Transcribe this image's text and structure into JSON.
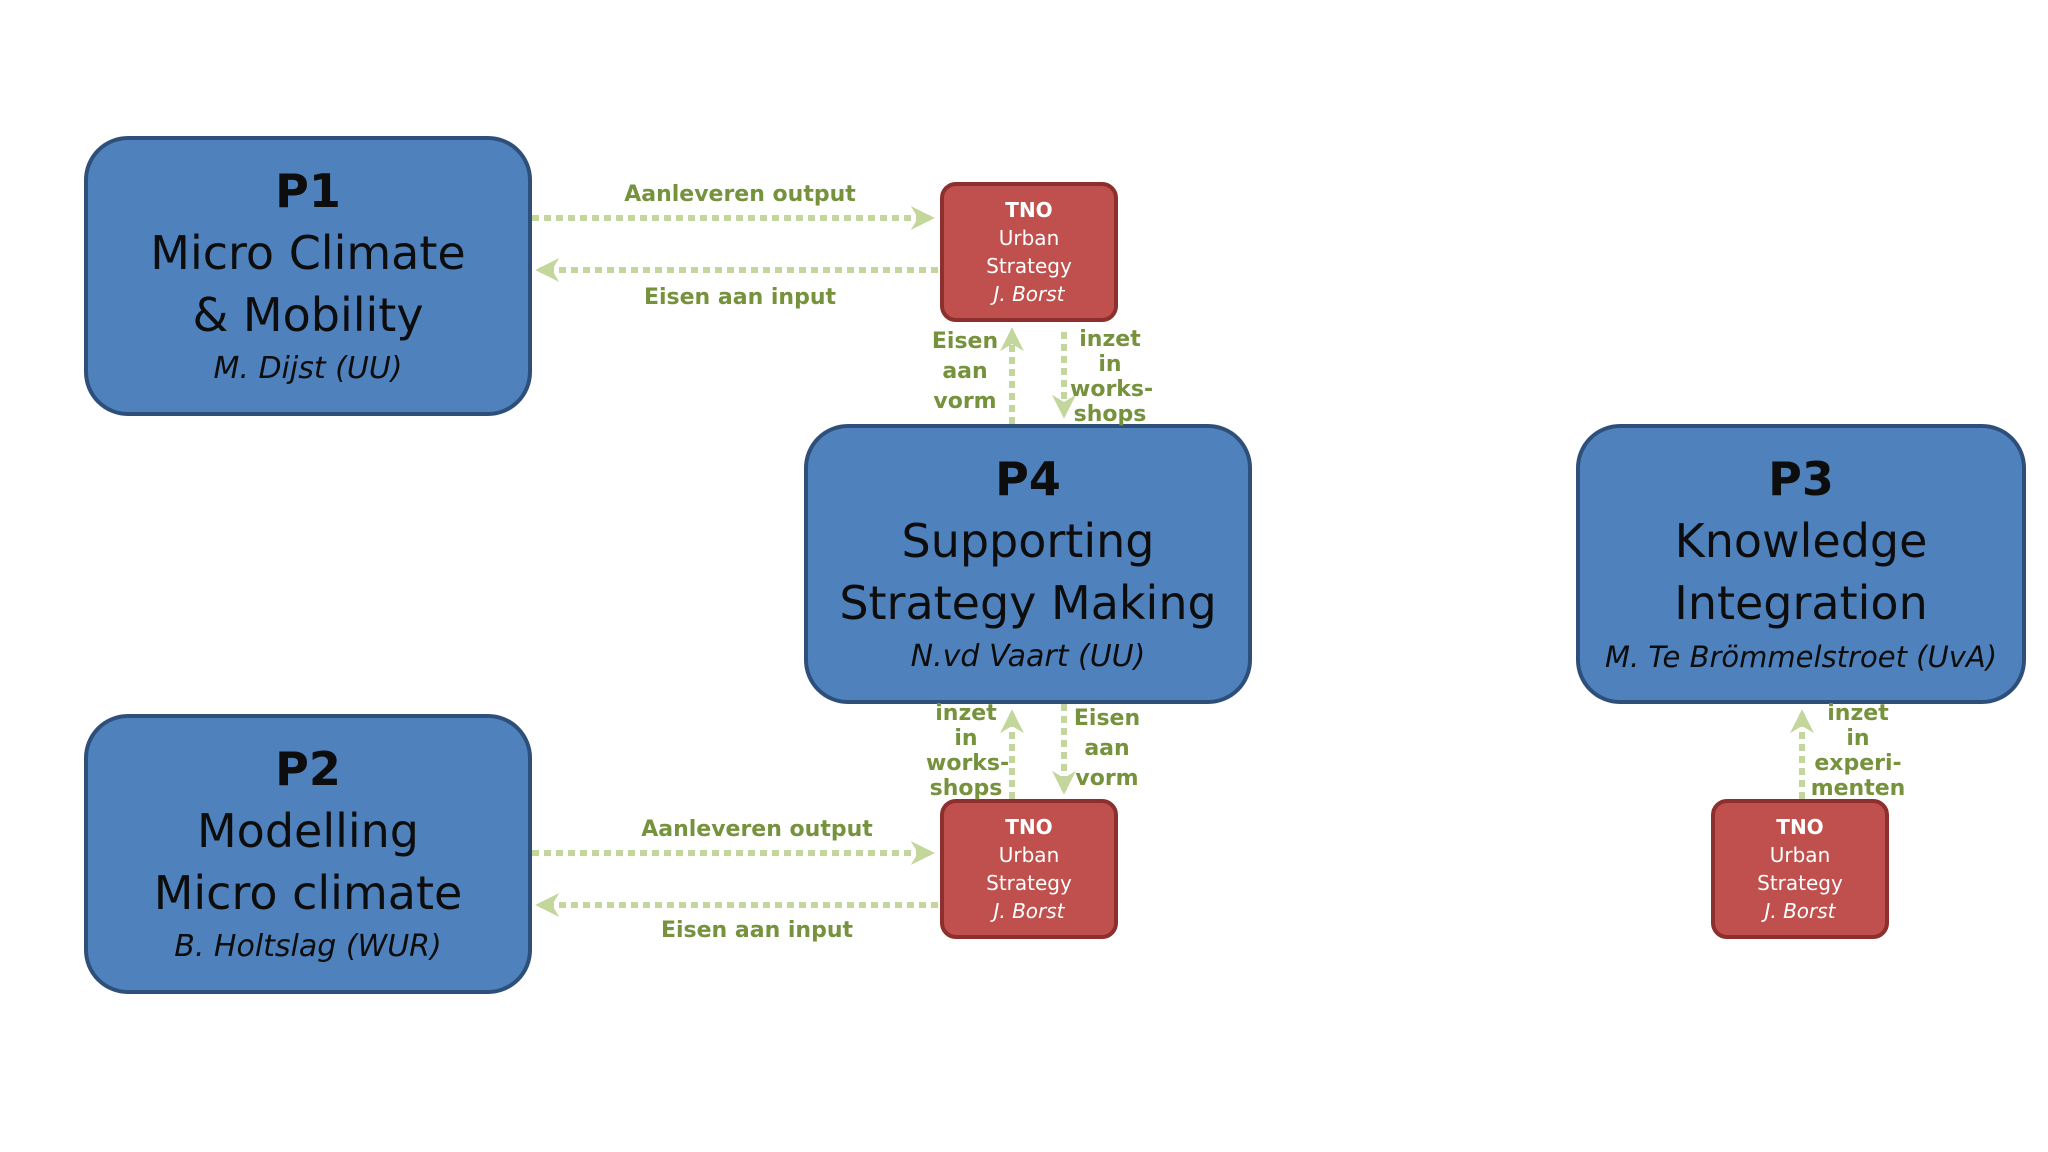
{
  "boxes": {
    "p1": {
      "id": "P1",
      "title_1": "Micro Climate",
      "title_2": "& Mobility",
      "person": "M. Dijst (UU)"
    },
    "p2": {
      "id": "P2",
      "title_1": "Modelling",
      "title_2": "Micro climate",
      "person": "B. Holtslag (WUR)"
    },
    "p4": {
      "id": "P4",
      "title_1": "Supporting",
      "title_2": "Strategy Making",
      "person": "N.vd Vaart (UU)"
    },
    "p3": {
      "id": "P3",
      "title_1": "Knowledge",
      "title_2": "Integration",
      "person": "M. Te Brömmelstroet (UvA)"
    }
  },
  "tno": {
    "org": "TNO",
    "line_1": "Urban",
    "line_2": "Strategy",
    "person": "J. Borst"
  },
  "labels": {
    "p1_out": "Aanleveren output",
    "p1_in": "Eisen aan input",
    "p2_out": "Aanleveren output",
    "p2_in": "Eisen aan input",
    "top_left": [
      "Eisen",
      "aan",
      "vorm"
    ],
    "top_right": [
      "inzet",
      "in",
      "works-",
      "shops"
    ],
    "mid_left": [
      "inzet",
      "in",
      "works-",
      "shops"
    ],
    "mid_right": [
      "Eisen",
      "aan",
      "vorm"
    ],
    "p3_link": [
      "inzet",
      "in",
      "experi-",
      "menten"
    ]
  },
  "colors": {
    "project_fill": "#4f81bd",
    "project_border": "#2e4f7a",
    "tno_fill": "#c0504d",
    "tno_border": "#8c2f2d",
    "connector": "#c3d69b",
    "label_text": "#76923c"
  }
}
